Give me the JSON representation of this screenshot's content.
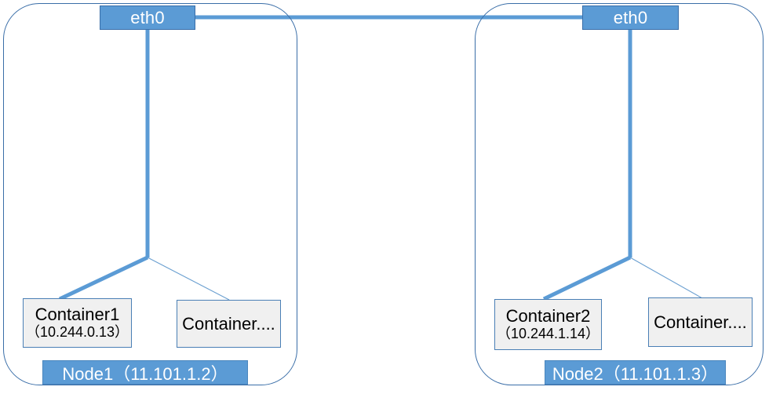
{
  "diagram": {
    "title": "Kubernetes two-node container network topology",
    "colors": {
      "accent_blue": "#5B9BD5",
      "border_blue": "#3A6EA8",
      "box_fill_grey": "#F0F0F0",
      "label_text_white": "#FFFFFF",
      "text_black": "#000000",
      "background": "#FFFFFF"
    }
  },
  "nodes": [
    {
      "id": "node1",
      "label": "Node1（11.101.1.2）",
      "nic": {
        "label": "eth0",
        "icon": "network-interface-icon"
      },
      "containers": [
        {
          "name": "Container1",
          "ip": "（10.244.0.13）",
          "link": "primary"
        },
        {
          "name": "Container....",
          "ip": "",
          "link": "secondary"
        }
      ]
    },
    {
      "id": "node2",
      "label": "Node2（11.101.1.3）",
      "nic": {
        "label": "eth0",
        "icon": "network-interface-icon"
      },
      "containers": [
        {
          "name": "Container2",
          "ip": "（10.244.1.14）",
          "link": "primary"
        },
        {
          "name": "Container....",
          "ip": "",
          "link": "secondary"
        }
      ]
    }
  ],
  "links": [
    {
      "from": "node1.eth0",
      "to": "node2.eth0",
      "style": "thick"
    }
  ]
}
